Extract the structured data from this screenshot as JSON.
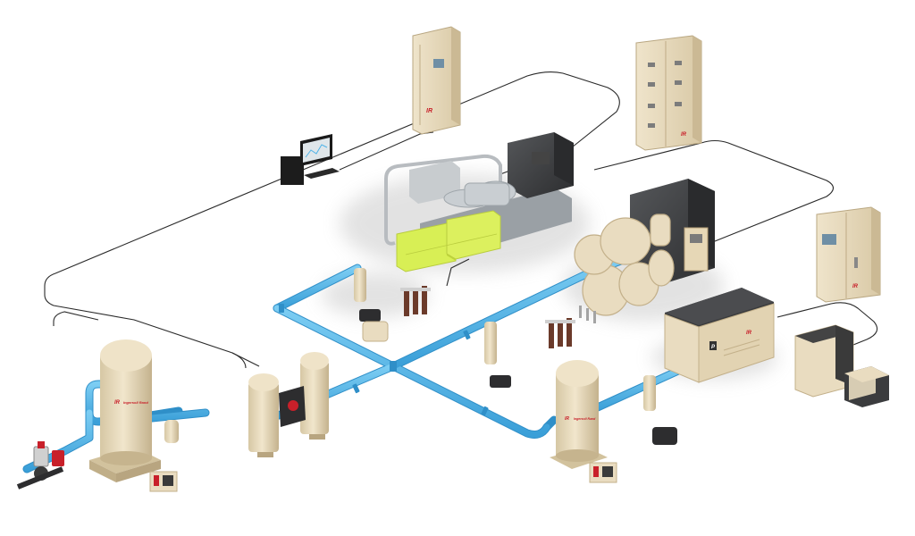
{
  "scene": {
    "type": "compressed-air-system-layout",
    "colors": {
      "pipe_blue": "#4fb3e8",
      "pipe_blue_dark": "#2f8fc8",
      "cream": "#e9dcc0",
      "cream_shade": "#cdbb96",
      "dark_grey": "#3c3c3e",
      "brand_red": "#c8202a",
      "hx_yellow": "#d8ef55",
      "control_line": "#2a2a2a"
    },
    "brand": {
      "logo_text": "IR",
      "wordmark": "Ingersoll Rand"
    },
    "equipment": [
      {
        "id": "control-cabinet-top",
        "icon": "control-cabinet-icon"
      },
      {
        "id": "switchgear-cabinet",
        "icon": "switchgear-icon"
      },
      {
        "id": "computer-workstation",
        "icon": "monitor-icon"
      },
      {
        "id": "centrifugal-compressor",
        "icon": "centrifugal-compressor-icon"
      },
      {
        "id": "heat-exchanger",
        "icon": "heat-exchanger-icon"
      },
      {
        "id": "oil-free-compressor",
        "icon": "oil-free-compressor-icon"
      },
      {
        "id": "control-cabinet-right",
        "icon": "control-cabinet-icon"
      },
      {
        "id": "rotary-screw-compressor",
        "icon": "rotary-compressor-icon"
      },
      {
        "id": "small-compressor",
        "icon": "small-compressor-icon"
      },
      {
        "id": "air-receiver-left",
        "icon": "air-receiver-icon"
      },
      {
        "id": "air-receiver-right",
        "icon": "air-receiver-icon"
      },
      {
        "id": "desiccant-dryer",
        "icon": "desiccant-dryer-icon"
      },
      {
        "id": "filter-bank-center",
        "icon": "filter-icon"
      },
      {
        "id": "filter-bank-right",
        "icon": "filter-icon"
      },
      {
        "id": "point-of-use-regulator",
        "icon": "regulator-icon"
      },
      {
        "id": "drain-valve",
        "icon": "drain-valve-icon"
      }
    ]
  }
}
